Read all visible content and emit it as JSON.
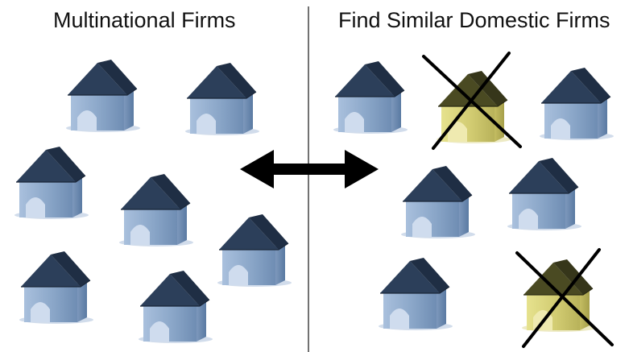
{
  "diagram": {
    "left_panel": {
      "title": "Multinational Firms",
      "firm_count": 7,
      "icon": "house-icon"
    },
    "right_panel": {
      "title": "Find Similar Domestic Firms",
      "firm_count": 7,
      "matched_count": 5,
      "excluded_count": 2,
      "icon": "house-icon",
      "excluded_marker": "x-cross-icon"
    },
    "connector": "double-arrow-icon",
    "colors": {
      "matched_roof": "#2c3f5a",
      "matched_wall": "#8aa6c8",
      "excluded_roof": "#4a4a22",
      "excluded_wall": "#d2cc72",
      "divider": "#444444",
      "arrow": "#000000",
      "cross": "#000000"
    }
  }
}
